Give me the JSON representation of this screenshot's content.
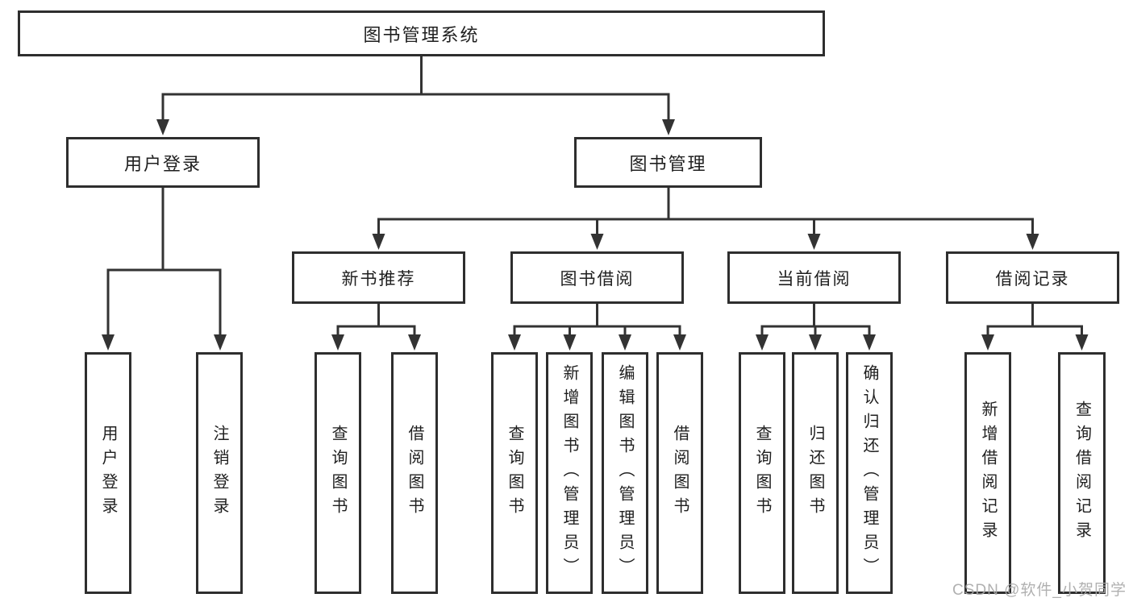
{
  "tree": {
    "label": "图书管理系统",
    "children": [
      {
        "label": "用户登录",
        "children": [
          {
            "label": "用户登录"
          },
          {
            "label": "注销登录"
          }
        ]
      },
      {
        "label": "图书管理",
        "children": [
          {
            "label": "新书推荐",
            "children": [
              {
                "label": "查询图书"
              },
              {
                "label": "借阅图书"
              }
            ]
          },
          {
            "label": "图书借阅",
            "children": [
              {
                "label": "查询图书"
              },
              {
                "label": "新增图书（管理员）"
              },
              {
                "label": "编辑图书（管理员）"
              },
              {
                "label": "借阅图书"
              }
            ]
          },
          {
            "label": "当前借阅",
            "children": [
              {
                "label": "查询图书"
              },
              {
                "label": "归还图书"
              },
              {
                "label": "确认归还（管理员）"
              }
            ]
          },
          {
            "label": "借阅记录",
            "children": [
              {
                "label": "新增借阅记录"
              },
              {
                "label": "查询借阅记录"
              }
            ]
          }
        ]
      }
    ]
  },
  "watermark": "CSDN @软件_小贺同学",
  "colors": {
    "line": "#333333",
    "box_border": "#2e2e2e",
    "text": "#1f1f1f",
    "background": "#ffffff",
    "watermark": "#a8a8a8"
  }
}
